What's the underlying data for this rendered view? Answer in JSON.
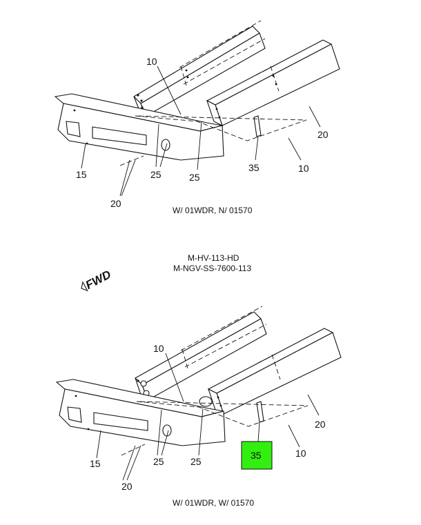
{
  "view_top": {
    "callouts": {
      "c10a": "10",
      "c10b": "10",
      "c15": "15",
      "c20a": "20",
      "c20b": "20",
      "c25a": "25",
      "c25b": "25",
      "c35": "35"
    },
    "caption": "W/ 01WDR, N/ 01570"
  },
  "models": {
    "line1": "M-HV-113-HD",
    "line2": "M-NGV-SS-7600-113"
  },
  "fwd_label": "FWD",
  "view_bottom": {
    "callouts": {
      "c10a": "10",
      "c10b": "10",
      "c15": "15",
      "c20a": "20",
      "c20b": "20",
      "c25a": "25",
      "c25b": "25",
      "c35": "35"
    },
    "caption": "W/ 01WDR, W/ 01570",
    "highlight": {
      "callout": "35",
      "color": "#33ee11"
    }
  },
  "colors": {
    "ink": "#111111",
    "highlight": "#33ee11"
  }
}
